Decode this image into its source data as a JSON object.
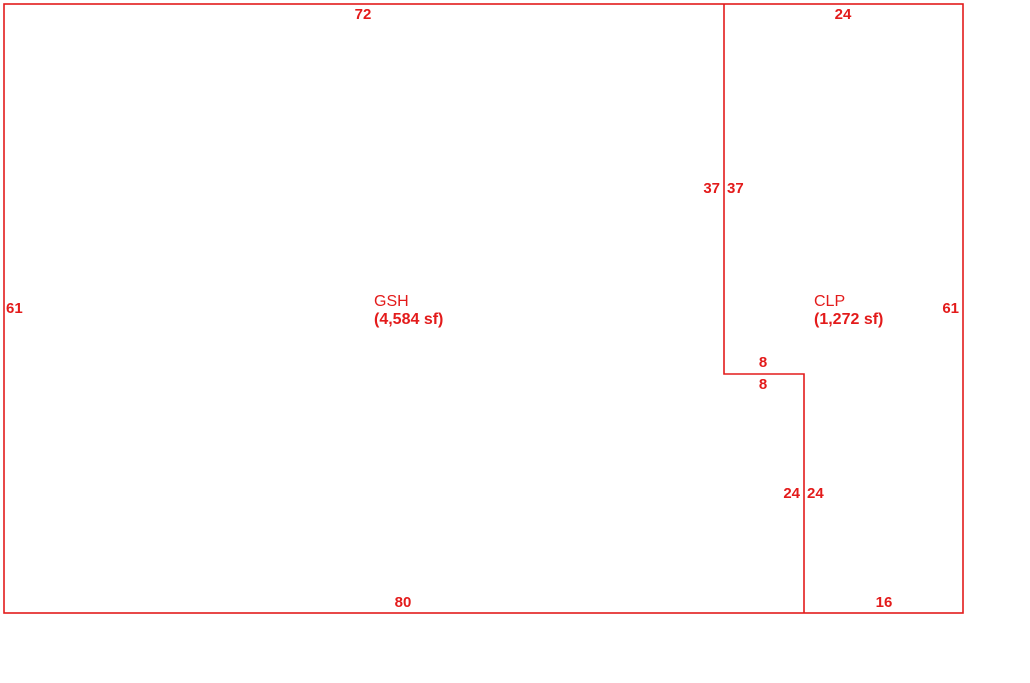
{
  "colors": {
    "line": "#e31b1b",
    "background": "#ffffff"
  },
  "areas": {
    "gsh": {
      "name": "GSH",
      "sf": "(4,584 sf)"
    },
    "clp": {
      "name": "CLP",
      "sf": "(1,272 sf)"
    }
  },
  "dimensions": {
    "top_left": "72",
    "top_right": "24",
    "left_side": "61",
    "right_side": "61",
    "bottom_left": "80",
    "bottom_right": "16",
    "divider_upper_left": "37",
    "divider_upper_right": "37",
    "step_top": "8",
    "step_bottom": "8",
    "divider_lower_left": "24",
    "divider_lower_right": "24"
  }
}
